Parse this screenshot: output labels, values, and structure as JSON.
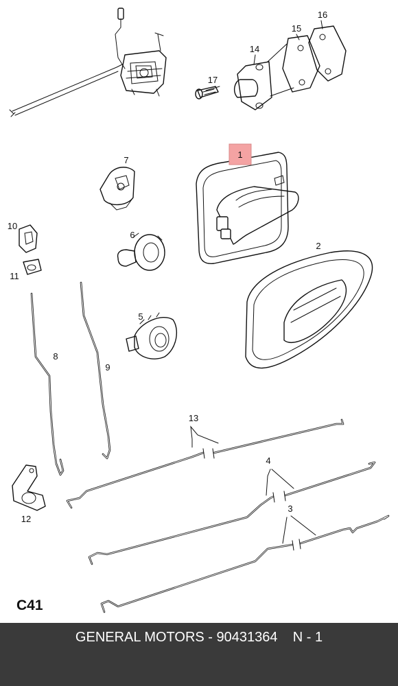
{
  "diagram": {
    "labels": {
      "p1": "1",
      "p2": "2",
      "p3": "3",
      "p4": "4",
      "p5": "5",
      "p6": "6",
      "p7": "7",
      "p8": "8",
      "p9": "9",
      "p10": "10",
      "p11": "11",
      "p12": "12",
      "p13": "13",
      "p14": "14",
      "p15": "15",
      "p16": "16",
      "p17": "17"
    },
    "section_code": "C41",
    "highlight_color": "#f4a3a3"
  },
  "footer": {
    "manufacturer": "GENERAL MOTORS",
    "separator": " - ",
    "part_number": "90431364",
    "suffix": "N - 1"
  }
}
